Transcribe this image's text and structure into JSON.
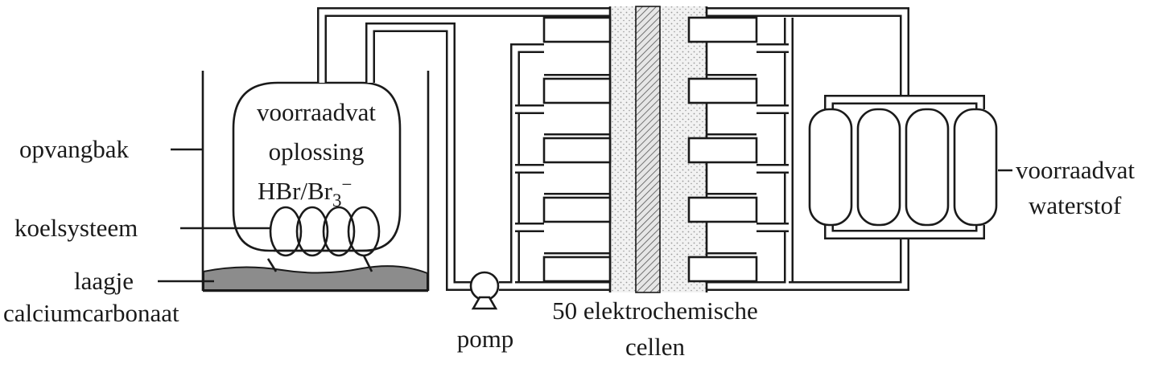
{
  "labels": {
    "collecting_tray": "opvangbak",
    "cooling_system": "koelsysteem",
    "layer_line1": "laagje",
    "layer_line2": "calciumcarbonaat",
    "storage_line1": "voorraadvat",
    "storage_line2": "oplossing",
    "storage_line3_main": "HBr/Br",
    "storage_line3_sub": "3",
    "storage_line3_sup": "−",
    "hydrogen_line1": "voorraadvat",
    "hydrogen_line2": "waterstof",
    "pump": "pomp",
    "cells_line1": "50 elektrochemische",
    "cells_line2": "cellen"
  },
  "colors": {
    "line": "#1a1a1a",
    "calcium_layer": "#8c8c8c",
    "electrode_dots": "#9a9a9a",
    "membrane_hatch": "#555555"
  }
}
